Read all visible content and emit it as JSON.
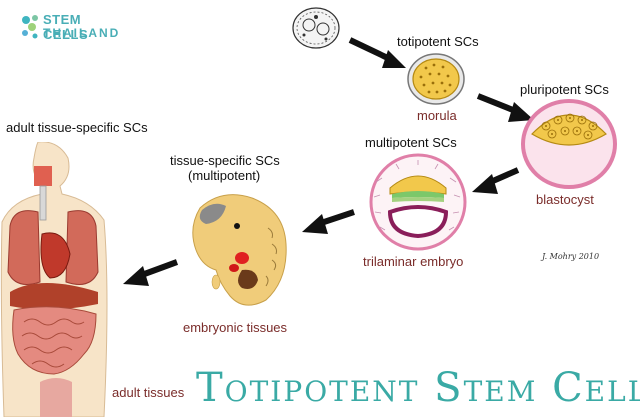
{
  "logo": {
    "line1": "STEM CELLS",
    "line2": "THAILAND",
    "colors": {
      "text": "#49aeb6",
      "dots": [
        "#3fb5c0",
        "#7cc6a4",
        "#9ed27a",
        "#55b0d6"
      ]
    }
  },
  "title": "Totipotent Stem Cells",
  "signature": "J. Mohry 2010",
  "labels": {
    "totipotent": "totipotent SCs",
    "pluripotent": "pluripotent SCs",
    "multipotent": "multipotent SCs",
    "tissue_specific_line1": "tissue-specific SCs",
    "tissue_specific_line2": "(multipotent)",
    "adult_specific": "adult tissue-specific SCs"
  },
  "stages": {
    "morula": "morula",
    "blastocyst": "blastocyst",
    "trilaminar": "trilaminar embryo",
    "embryonic": "embryonic tissues",
    "adult": "adult tissues"
  },
  "colors": {
    "title": "#3aaaa5",
    "stage_text": "#7a2c2a",
    "cell_yellow": "#f2c84b",
    "cell_outline": "#b58a14",
    "membrane_pink": "#e07fa8",
    "embryo_tan": "#f0cc7a",
    "arrow": "#111111"
  }
}
